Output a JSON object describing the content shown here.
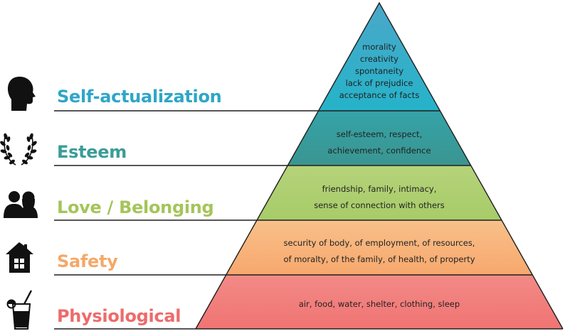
{
  "levels": [
    {
      "label": "Self-actualization",
      "label_color": "#2fa6c7",
      "fill_top": "#4aa8c9",
      "fill_bottom": "#25b3c9",
      "icon": "head-profile-icon",
      "description": [
        "morality",
        "creativity",
        "spontaneity",
        "lack of prejudice",
        "acceptance of facts"
      ]
    },
    {
      "label": "Esteem",
      "label_color": "#3a9d98",
      "fill_top": "#35a3a8",
      "fill_bottom": "#3a9590",
      "icon": "laurel-wreath-icon",
      "description": [
        "self-esteem, respect,",
        "achievement, confidence"
      ]
    },
    {
      "label": "Love / Belonging",
      "label_color": "#a6c45a",
      "fill_top": "#b6d27a",
      "fill_bottom": "#a6cc68",
      "icon": "people-icon",
      "description": [
        "friendship, family, intimacy,",
        "sense of connection with others"
      ]
    },
    {
      "label": "Safety",
      "label_color": "#f5a868",
      "fill_top": "#f8c08a",
      "fill_bottom": "#f7a86d",
      "icon": "house-icon",
      "description": [
        "security of body, of employment, of resources,",
        "of moralty, of the family, of health, of property"
      ]
    },
    {
      "label": "Physiological",
      "label_color": "#ee6b6b",
      "fill_top": "#f28a85",
      "fill_bottom": "#f07474",
      "icon": "drink-glass-icon",
      "description": [
        "air, food, water, shelter, clothing, sleep"
      ]
    }
  ]
}
